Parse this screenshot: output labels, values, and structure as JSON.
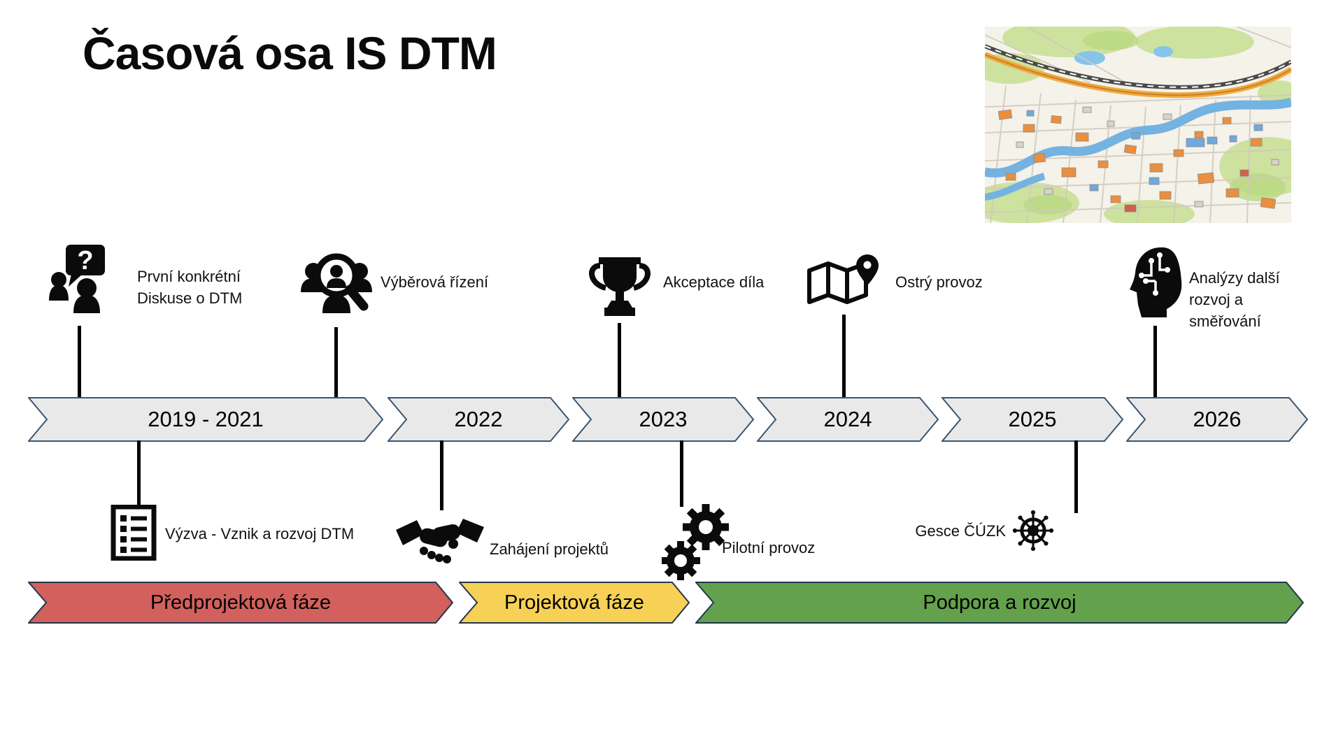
{
  "title": "Časová osa IS DTM",
  "map": {
    "name": "city-map-thumbnail"
  },
  "timeline": {
    "segments": [
      {
        "label": "2019 - 2021"
      },
      {
        "label": "2022"
      },
      {
        "label": "2023"
      },
      {
        "label": "2024"
      },
      {
        "label": "2025"
      },
      {
        "label": "2026"
      }
    ]
  },
  "milestones_top": [
    {
      "icon": "discussion-icon",
      "label": "První konkrétní\nDiskuse o DTM"
    },
    {
      "icon": "selection-search-icon",
      "label": "Výběrová řízení"
    },
    {
      "icon": "trophy-icon",
      "label": "Akceptace díla"
    },
    {
      "icon": "map-pin-icon",
      "label": "Ostrý provoz"
    },
    {
      "icon": "ai-head-icon",
      "label": "Analýzy další\nrozvoj a\nsměřování"
    }
  ],
  "milestones_bottom": [
    {
      "icon": "document-list-icon",
      "label": "Výzva - Vznik a rozvoj DTM"
    },
    {
      "icon": "handshake-icon",
      "label": "Zahájení projektů"
    },
    {
      "icon": "gears-icon",
      "label": "Pilotní provoz"
    },
    {
      "icon": "ship-helm-icon",
      "label": "Gesce ČÚZK"
    }
  ],
  "phases": [
    {
      "label": "Předprojektová fáze",
      "color": "#d2605c"
    },
    {
      "label": "Projektová fáze",
      "color": "#f6d155"
    },
    {
      "label": "Podpora a rozvoj",
      "color": "#63a14c"
    }
  ],
  "colors": {
    "segment_fill": "#e9e9e9",
    "segment_border": "#3a5670",
    "phase_border": "#22374c",
    "icon": "#0b0b0b"
  }
}
